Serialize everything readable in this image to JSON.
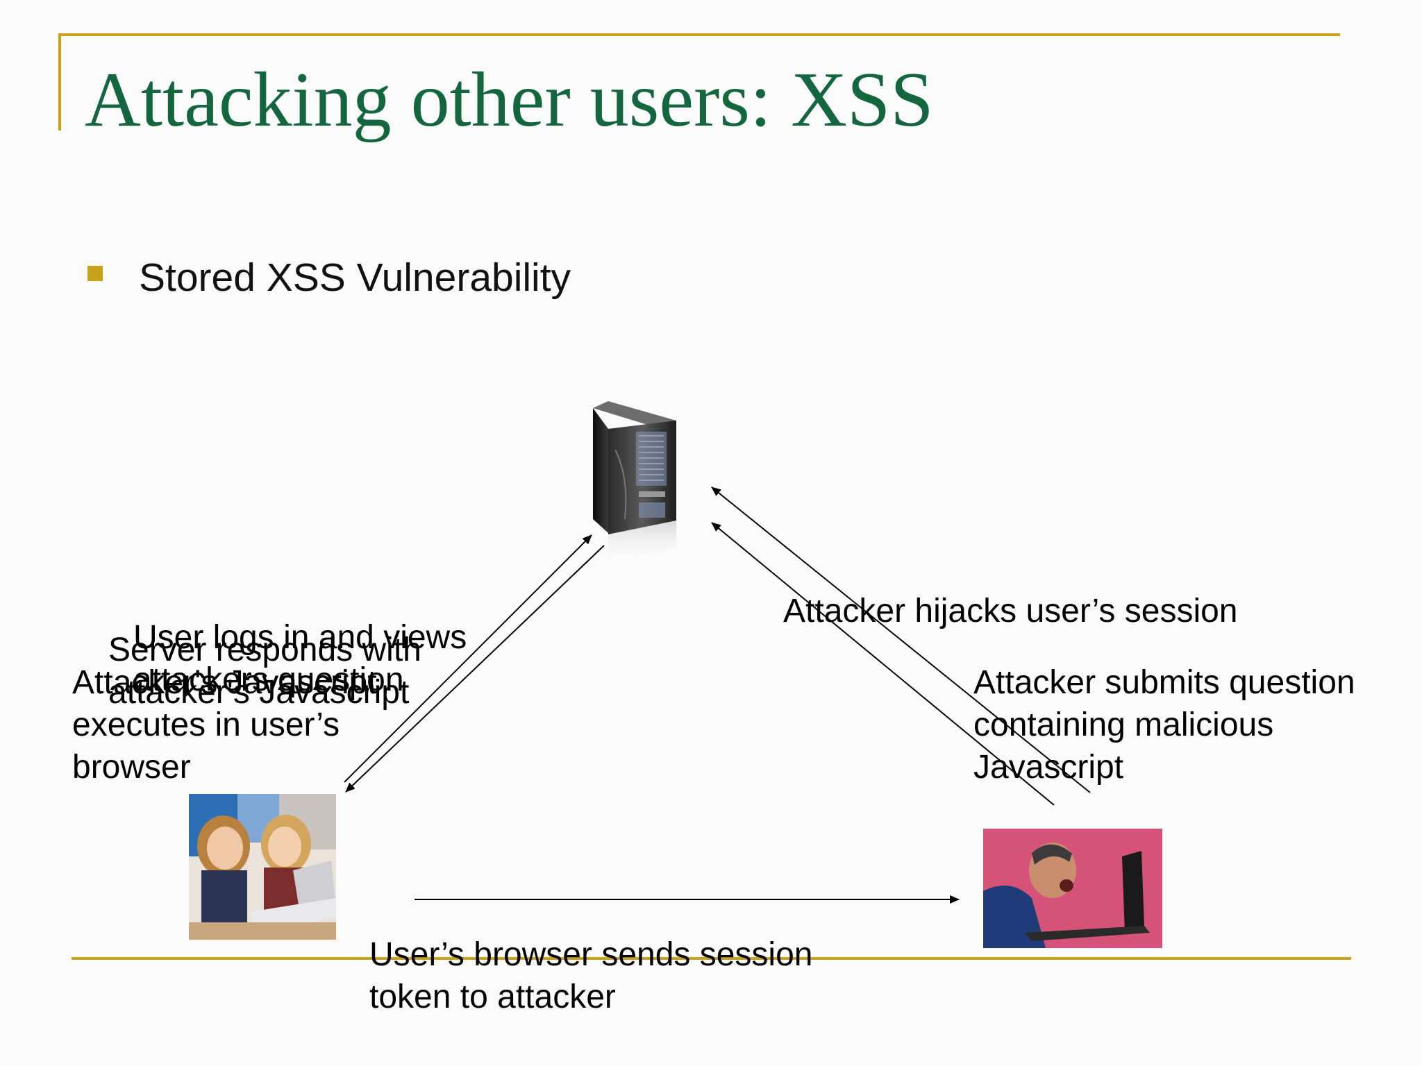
{
  "title": "Attacking other users: XSS",
  "bullet": "Stored XSS Vulnerability",
  "labels": {
    "user_logs_in": [
      "User logs in and views",
      "attackers question"
    ],
    "server_responds": [
      "Server responds with",
      "attacker's Javascript"
    ],
    "attacker_js_executes": [
      "Attacker's Javascript",
      "executes in user’s",
      "browser"
    ],
    "attacker_hijacks": [
      "Attacker hijacks user’s session"
    ],
    "attacker_submits": [
      "Attacker submits question",
      "containing malicious",
      "Javascript"
    ],
    "browser_sends_token": [
      "User’s browser sends session",
      "token to attacker"
    ]
  },
  "nodes": {
    "server": "server-icon",
    "users": "users-at-laptop-photo",
    "attacker": "attacker-at-laptop-photo"
  },
  "colors": {
    "title": "#14663e",
    "accent_gold": "#c9a21c"
  }
}
